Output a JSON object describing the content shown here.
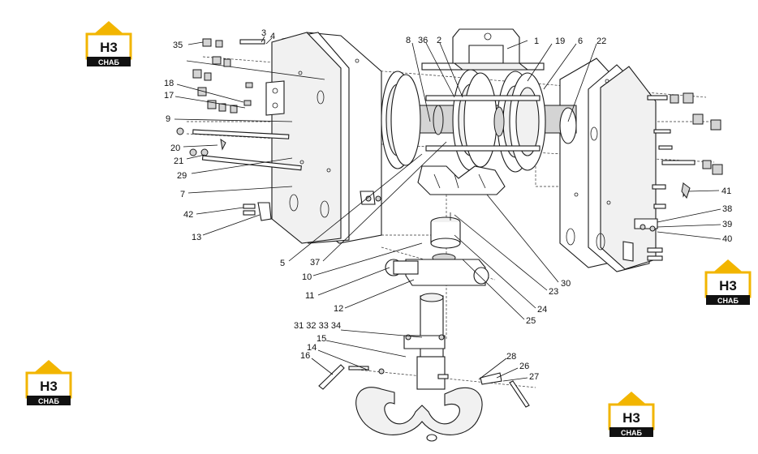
{
  "logos": [
    {
      "code": "Н3",
      "word": "СНАБ"
    },
    {
      "code": "Н3",
      "word": "СНАБ"
    },
    {
      "code": "Н3",
      "word": "СНАБ"
    },
    {
      "code": "Н3",
      "word": "СНАБ"
    }
  ],
  "callouts": {
    "c35": "35",
    "c3": "3",
    "c4": "4",
    "c8": "8",
    "c36": "36",
    "c2": "2",
    "c1": "1",
    "c19": "19",
    "c6": "6",
    "c22": "22",
    "c18": "18",
    "c17": "17",
    "c9": "9",
    "c20": "20",
    "c21": "21",
    "c29": "29",
    "c7": "7",
    "c42": "42",
    "c13": "13",
    "c5": "5",
    "c37": "37",
    "c10": "10",
    "c11": "11",
    "c12": "12",
    "c41": "41",
    "c38": "38",
    "c39": "39",
    "c40": "40",
    "c30": "30",
    "c23": "23",
    "c24": "24",
    "c25": "25",
    "c31_34": "31 32 33 34",
    "c15": "15",
    "c14": "14",
    "c16": "16",
    "c28": "28",
    "c26": "26",
    "c27": "27"
  }
}
